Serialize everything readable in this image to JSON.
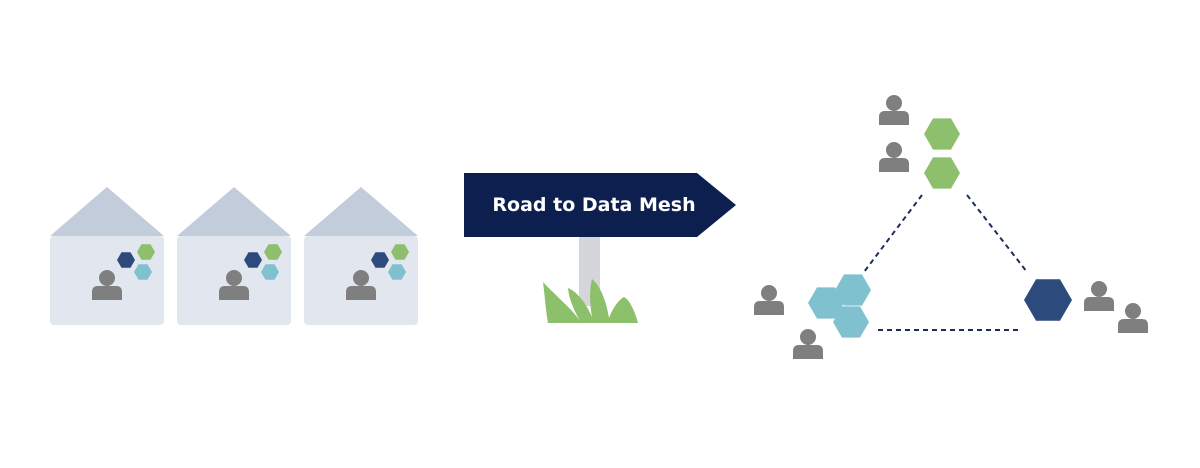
{
  "sign": {
    "label": "Road to Data Mesh"
  },
  "left_group": {
    "houses": [
      {
        "name": "house-1",
        "person": "person-icon",
        "hexagons": [
          "dark-blue",
          "green",
          "light-blue"
        ]
      },
      {
        "name": "house-2",
        "person": "person-icon",
        "hexagons": [
          "dark-blue",
          "green",
          "light-blue"
        ]
      },
      {
        "name": "house-3",
        "person": "person-icon",
        "hexagons": [
          "dark-blue",
          "green",
          "light-blue"
        ]
      }
    ]
  },
  "right_group": {
    "nodes": [
      {
        "name": "top-node",
        "people": 2,
        "hexagons": [
          "green",
          "green"
        ]
      },
      {
        "name": "left-node",
        "people": 2,
        "hexagons": [
          "light-blue",
          "light-blue",
          "light-blue"
        ]
      },
      {
        "name": "right-node",
        "people": 2,
        "hexagons": [
          "dark-blue"
        ]
      }
    ],
    "connections": [
      "top-left",
      "top-right",
      "left-right"
    ]
  },
  "colors": {
    "house_roof": "#c3ccda",
    "house_body": "#e1e6ef",
    "person": "#7f7f7f",
    "hex_dark_blue": "#2d4a7c",
    "hex_green": "#8dbf6c",
    "hex_light_blue": "#7fc1cf",
    "sign_background": "#0d1f4f",
    "sign_text": "#ffffff",
    "sign_post": "#d4d6d9",
    "grass": "#8cc06a",
    "dashed_line": "#1b2d5a"
  }
}
